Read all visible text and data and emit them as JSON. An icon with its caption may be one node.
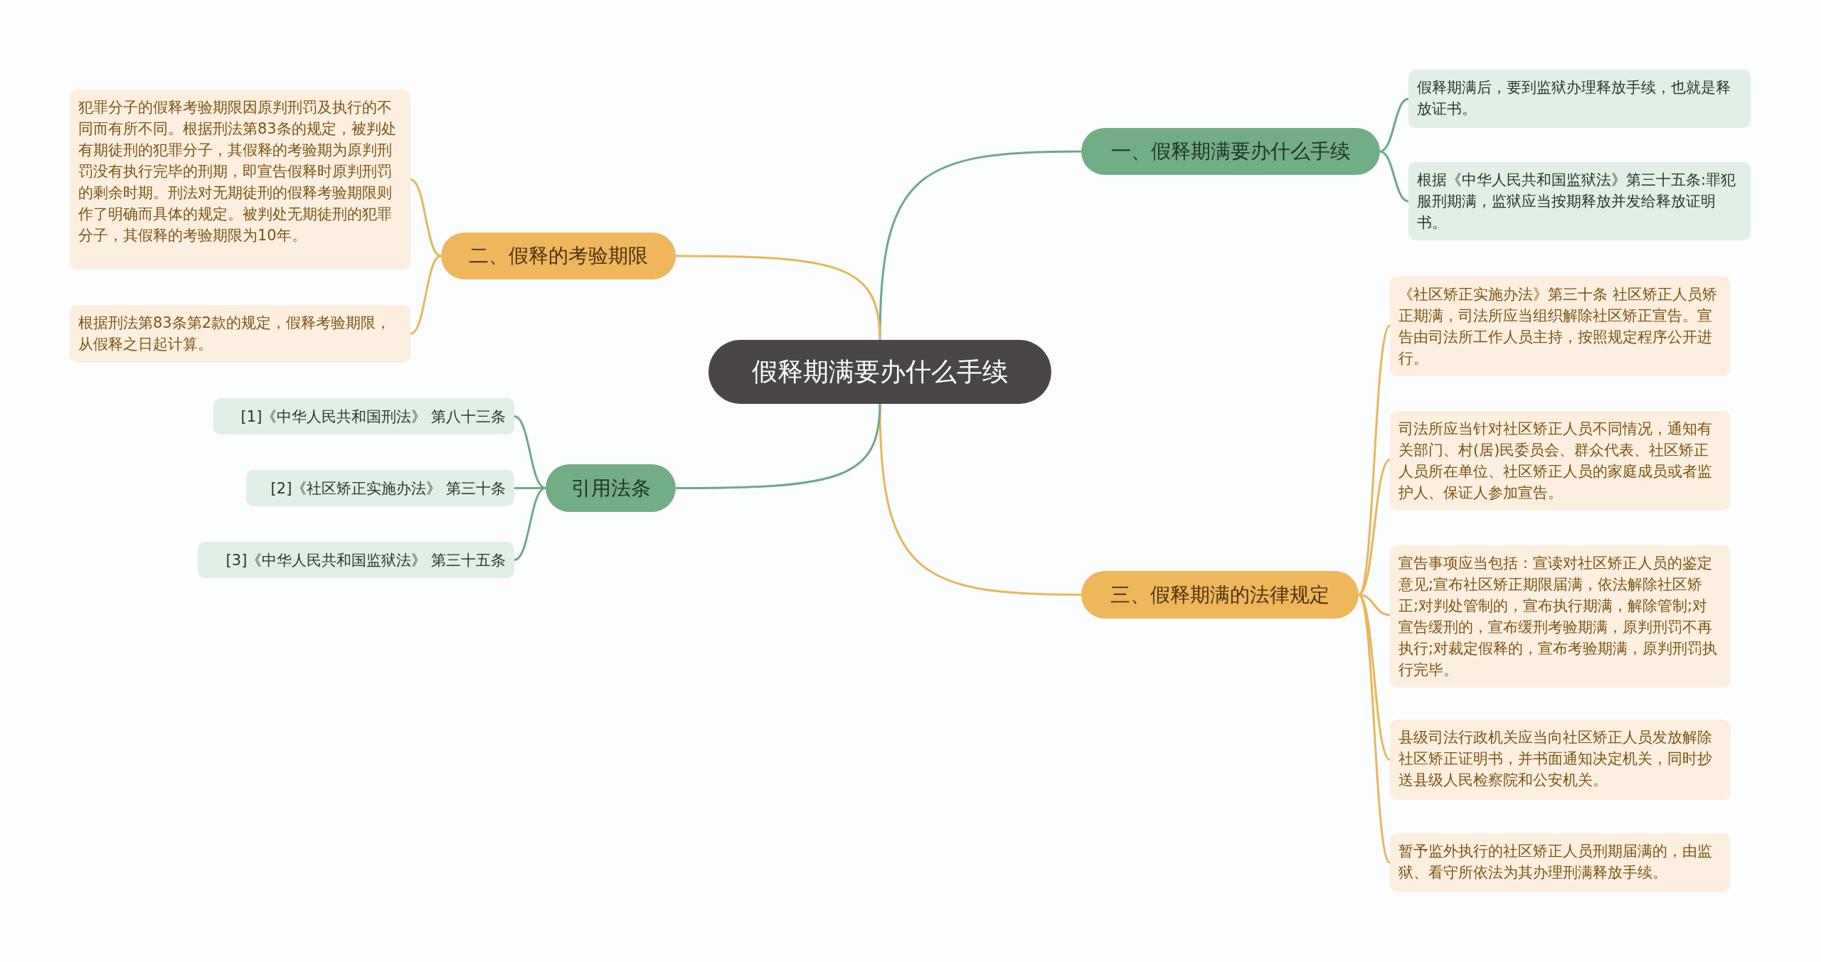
{
  "diagram": {
    "nodes": [
      {
        "text": [
          "假释期满要办什么手续"
        ]
      },
      {
        "text": [
          "一、假释期满要办什么手续"
        ]
      },
      {
        "text": [
          "假释期满后，要到监狱办理释放手续，也就是释放证书。"
        ]
      },
      {
        "text": [
          "根据《中华人民共和国监狱法》第三十五条:罪犯服刑期满，监狱应当按期释放并发给释放证明书。"
        ]
      },
      {
        "text": [
          "二、假释的考验期限"
        ]
      },
      {
        "text": [
          "犯罪分子的假释考验期限因原判刑罚及执行的不同而有所不同。根据刑法第83条的规定，被判处有期徒刑的犯罪分子，其假释的考验期为原判刑罚没有执行完毕的刑期，即宣告假释时原判刑罚的剩余时期。刑法对无期徒刑的假释考验期限则作了明确而具体的规定。被判处无期徒刑的犯罪分子，其假释的考验期限为10年。"
        ]
      },
      {
        "text": [
          "根据刑法第83条第2款的规定，假释考验期限，从假释之日起计算。"
        ]
      },
      {
        "text": [
          "三、假释期满的法律规定"
        ]
      },
      {
        "text": [
          "《社区矫正实施办法》第三十条 社区矫正人员矫正期满，司法所应当组织解除社区矫正宣告。宣告由司法所工作人员主持，按照规定程序公开进行。"
        ]
      },
      {
        "text": [
          "司法所应当针对社区矫正人员不同情况，通知有关部门、村(居)民委员会、群众代表、社区矫正人员所在单位、社区矫正人员的家庭成员或者监护人、保证人参加宣告。"
        ]
      },
      {
        "text": [
          "宣告事项应当包括：宣读对社区矫正人员的鉴定意见;宣布社区矫正期限届满，依法解除社区矫正;对判处管制的，宣布执行期满，解除管制;对宣告缓刑的，宣布缓刑考验期满，原判刑罚不再执行;对裁定假释的，宣布考验期满，原判刑罚执行完毕。"
        ]
      },
      {
        "text": [
          "县级司法行政机关应当向社区矫正人员发放解除社区矫正证明书，并书面通知决定机关，同时抄送县级人民检察院和公安机关。"
        ]
      },
      {
        "text": [
          "暂予监外执行的社区矫正人员刑期届满的，由监狱、看守所依法为其办理刑满释放手续。"
        ]
      },
      {
        "text": [
          "引用法条"
        ]
      },
      {
        "text": [
          "[1]《中华人民共和国刑法》 第八十三条"
        ]
      },
      {
        "text": [
          "[2]《社区矫正实施办法》 第三十条"
        ]
      },
      {
        "text": [
          "[3]《中华人民共和国监狱法》 第三十五条"
        ]
      }
    ],
    "edges": [
      {
        "from": 0,
        "to": 1,
        "arrow": "none",
        "color": "#6fa985"
      },
      {
        "from": 1,
        "to": 2,
        "arrow": "none",
        "color": "#6fa985"
      },
      {
        "from": 1,
        "to": 3,
        "arrow": "none",
        "color": "#6fa985"
      },
      {
        "from": 0,
        "to": 4,
        "arrow": "none"
      },
      {
        "from": 4,
        "to": 5,
        "arrow": "none"
      },
      {
        "from": 4,
        "to": 6,
        "arrow": "none"
      },
      {
        "from": 0,
        "to": 7,
        "arrow": "none"
      },
      {
        "from": 7,
        "to": 8,
        "arrow": "none"
      },
      {
        "from": 7,
        "to": 9,
        "arrow": "none"
      },
      {
        "from": 7,
        "to": 10,
        "arrow": "none"
      },
      {
        "from": 7,
        "to": 11,
        "arrow": "none"
      },
      {
        "from": 7,
        "to": 12,
        "arrow": "none"
      },
      {
        "from": 0,
        "to": 13,
        "arrow": "none",
        "color": "#6fa985"
      },
      {
        "from": 13,
        "to": 14,
        "arrow": "none",
        "color": "#6fa985"
      },
      {
        "from": 13,
        "to": 15,
        "arrow": "none",
        "color": "#6fa985"
      },
      {
        "from": 13,
        "to": 16,
        "arrow": "none",
        "color": "#6fa985"
      }
    ]
  }
}
